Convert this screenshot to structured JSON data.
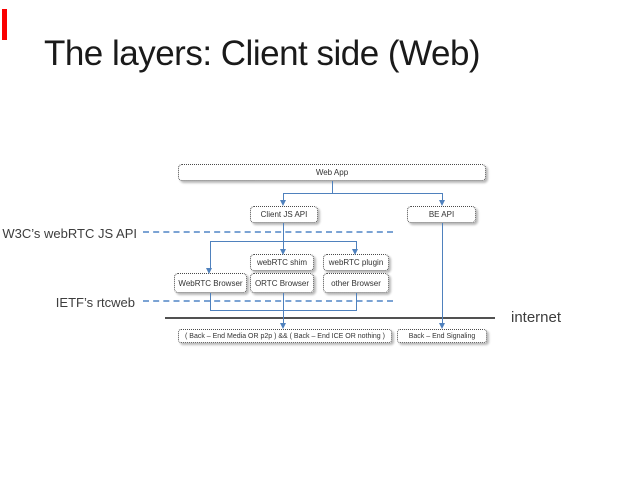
{
  "slide": {
    "title": "The layers: Client side (Web)"
  },
  "labels": {
    "w3c_layer": "W3C’s webRTC JS API",
    "ietf_layer": "IETF’s rtcweb",
    "internet": "internet"
  },
  "diagram": {
    "boxes": {
      "web_app": "Web App",
      "client_js_api": "Client JS API",
      "be_api": "BE API",
      "webrtc_shim": "webRTC shim",
      "webrtc_plugin": "webRTC plugin",
      "webrtc_browser": "WebRTC Browser",
      "ortc_browser": "ORTC Browser",
      "other_browser": "other Browser",
      "backend_media": "( Back – End Media OR p2p ) && ( Back – End ICE OR nothing )",
      "backend_signaling": "Back – End Signaling"
    },
    "colors": {
      "connector_blue": "#4f81bd",
      "guide_dash_blue": "#7ba3d4",
      "internet_line_gray": "#515151",
      "accent_red": "#fa0000"
    }
  }
}
